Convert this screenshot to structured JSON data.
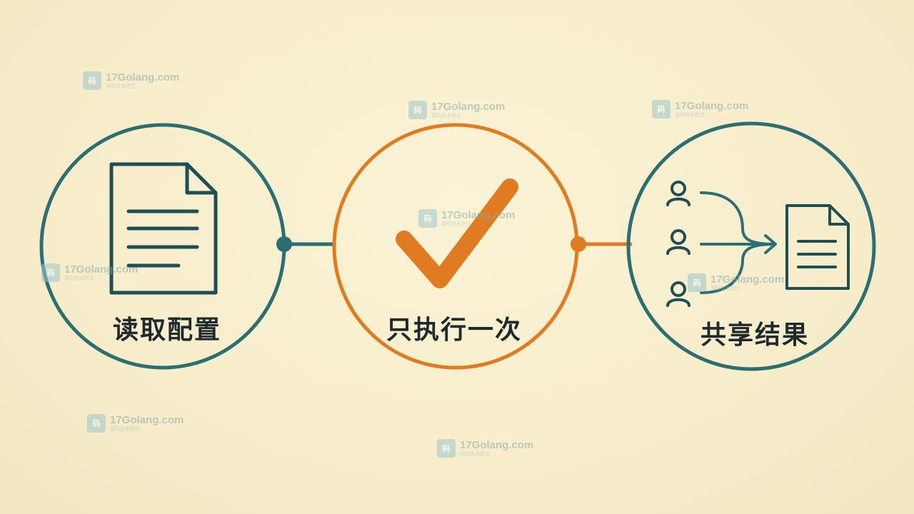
{
  "steps": [
    {
      "label": "读取配置",
      "icon": "document-icon",
      "color": "#2b6f73"
    },
    {
      "label": "只执行一次",
      "icon": "checkmark-icon",
      "color": "#e07b22"
    },
    {
      "label": "共享结果",
      "icon": "users-to-document-icon",
      "color": "#2b6f73"
    }
  ],
  "watermark": {
    "site": "17Golang.com",
    "tagline": "源码技术图文",
    "logo": "码"
  },
  "colors": {
    "teal": "#2b6f73",
    "orange": "#e07b22",
    "background": "#f8efce"
  }
}
